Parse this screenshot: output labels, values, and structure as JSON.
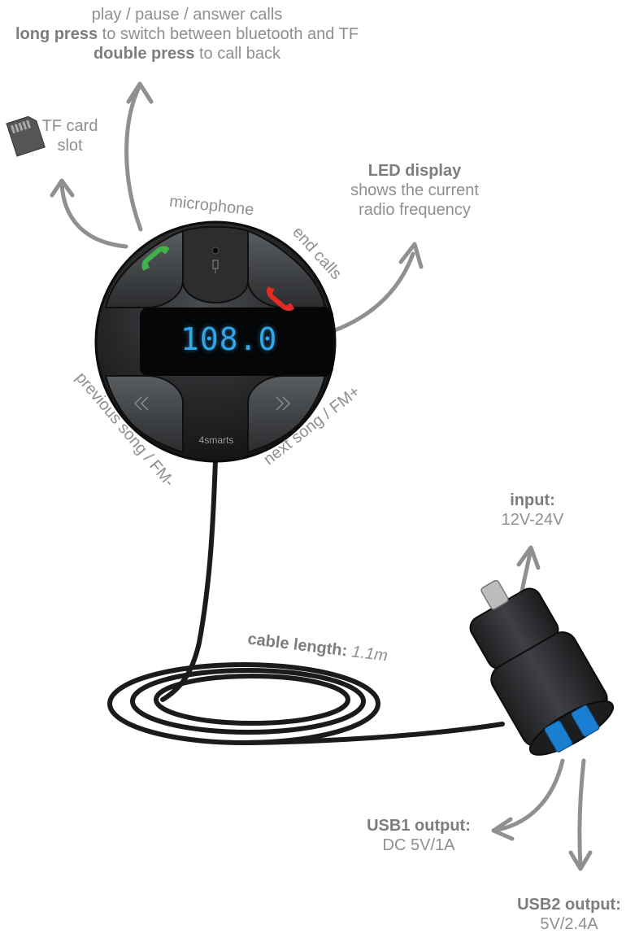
{
  "colors": {
    "arrow": "#909090",
    "led": "#31a6e8",
    "call_green": "#3fb34a",
    "call_red": "#e12b25",
    "device": "#232527"
  },
  "top_center": {
    "line1": "play / pause / answer calls",
    "line2_bold": "long press",
    "line2_rest": " to switch between bluetooth and TF",
    "line3_bold": "double press",
    "line3_rest": " to call back"
  },
  "tf_card": {
    "line1": "TF card",
    "line2": "slot",
    "icon": "sd-card-icon"
  },
  "microphone": "microphone",
  "end_calls": "end calls",
  "led_display": {
    "title": "LED display",
    "line1": "shows the current",
    "line2": "radio frequency"
  },
  "led_value": "108.0",
  "brand": "4smarts",
  "previous": "previous song / FM-",
  "next": "next song / FM+",
  "input": {
    "title": "input:",
    "value": "12V-24V"
  },
  "cable": {
    "bold": "cable length:",
    "value": " 1.1m"
  },
  "usb1": {
    "title": "USB1 output:",
    "value": "DC 5V/1A"
  },
  "usb2": {
    "title": "USB2 output:",
    "value": "5V/2.4A"
  }
}
